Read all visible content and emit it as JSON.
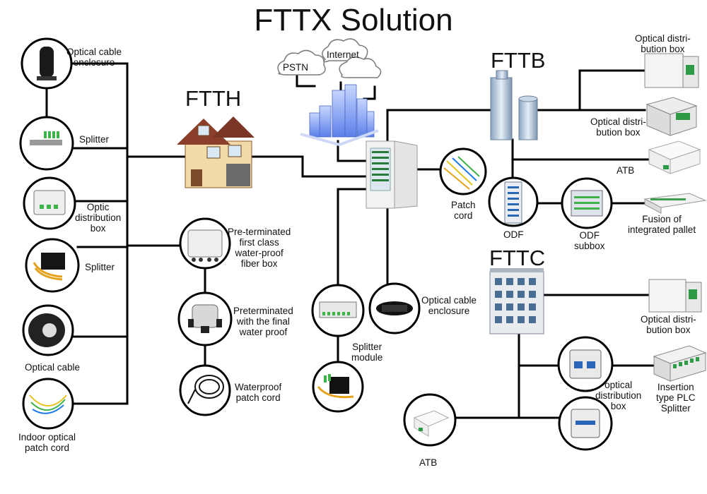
{
  "title": "FTTX Solution",
  "sections": {
    "ftth": "FTTH",
    "fttb": "FTTB",
    "fttc": "FTTC"
  },
  "clouds": {
    "pstn": "PSTN",
    "internet": "Internet"
  },
  "labels": {
    "optical_cable_enclosure_top": "Optical cable\nenclosure",
    "splitter_1": "Splitter",
    "optic_distribution_box": "Optic\ndistribution\nbox",
    "splitter_2": "Splitter",
    "optical_cable": "Optical cable",
    "indoor_patch_cord": "Indoor optical\npatch cord",
    "preterminated_first_class": "Pre-terminated\nfirst class\nwater-proof\nfiber box",
    "preterminated_final": "Preterminated\nwith the final\nwater proof",
    "waterproof_patch_cord": "Waterproof\npatch cord",
    "patch_cord": "Patch\ncord",
    "splitter_module": "Splitter\nmodule",
    "optical_cable_enclosure_mid": "Optical cable\nenclosure",
    "optical_distribution_box_fttb_1": "Optical distri-\nbution box",
    "optical_distribution_box_fttb_2": "Optical distri-\nbution box",
    "atb_fttb": "ATB",
    "odf": "ODF",
    "odf_subbox": "ODF\nsubbox",
    "fusion_pallet": "Fusion of\nintegrated pallet",
    "optical_distribution_box_fttc_1": "Optical distri-\nbution box",
    "optical_distribution_box_fttc_2": "optical\ndistribution\nbox",
    "insertion_plc": "Insertion\ntype PLC\nSplitter",
    "atb_fttc": "ATB"
  },
  "colors": {
    "line": "#000000",
    "splitter_green": "#3db34a",
    "building_blue": "#6a8ff0",
    "cloud_stroke": "#7a7a7a"
  }
}
